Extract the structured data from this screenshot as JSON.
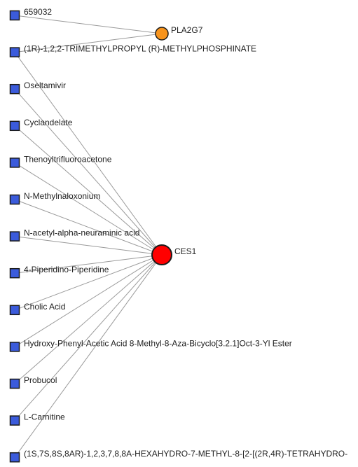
{
  "colors": {
    "drug_fill": "#3b5bdb",
    "edge": "#9a9a9a",
    "node_border": "#1a1a1a"
  },
  "genes": [
    {
      "id": "pla2g7",
      "label": "PLA2G7",
      "color": "#f7941d",
      "size": "small"
    },
    {
      "id": "ces1",
      "label": "CES1",
      "color": "#ff0000",
      "size": "large"
    }
  ],
  "drugs": [
    {
      "label": "659032",
      "targets": [
        "pla2g7"
      ]
    },
    {
      "label": "(1R)-1,2,2-TRIMETHYLPROPYL (R)-METHYLPHOSPHINATE",
      "targets": [
        "pla2g7",
        "ces1"
      ]
    },
    {
      "label": "Oseltamivir",
      "targets": [
        "ces1"
      ]
    },
    {
      "label": "Cyclandelate",
      "targets": [
        "ces1"
      ]
    },
    {
      "label": "Thenoyltrifluoroacetone",
      "targets": [
        "ces1"
      ]
    },
    {
      "label": "N-Methylnaloxonium",
      "targets": [
        "ces1"
      ]
    },
    {
      "label": "N-acetyl-alpha-neuraminic acid",
      "targets": [
        "ces1"
      ]
    },
    {
      "label": "4-Piperidino-Piperidine",
      "targets": [
        "ces1"
      ]
    },
    {
      "label": "Cholic Acid",
      "targets": [
        "ces1"
      ]
    },
    {
      "label": "Hydroxy-Phenyl-Acetic Acid 8-Methyl-8-Aza-Bicyclo[3.2.1]Oct-3-Yl Ester",
      "targets": [
        "ces1"
      ]
    },
    {
      "label": "Probucol",
      "targets": [
        "ces1"
      ]
    },
    {
      "label": "L-Carnitine",
      "targets": [
        "ces1"
      ]
    },
    {
      "label": "(1S,7S,8S,8AR)-1,2,3,7,8,8A-HEXAHYDRO-7-METHYL-8-[2-[(2R,4R)-TETRAHYDRO-",
      "targets": [
        "ces1"
      ]
    }
  ]
}
